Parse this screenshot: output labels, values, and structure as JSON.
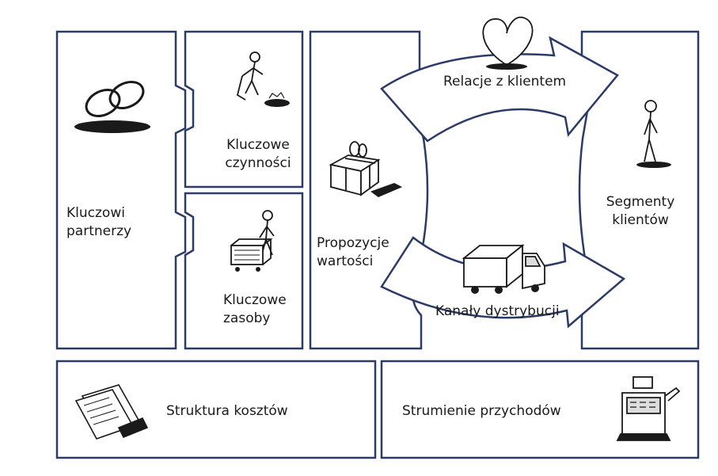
{
  "colors": {
    "border": "#2b3a67",
    "ink": "#1a1a1a",
    "background": "#ffffff"
  },
  "blocks": {
    "key_partners": {
      "line1": "Kluczowi",
      "line2": "partnerzy",
      "icon": "linked-rings-icon"
    },
    "key_activities": {
      "line1": "Kluczowe",
      "line2": "czynności",
      "icon": "worker-digging-icon"
    },
    "key_resources": {
      "line1": "Kluczowe",
      "line2": "zasoby",
      "icon": "person-with-cargo-icon"
    },
    "value_propositions": {
      "line1": "Propozycje",
      "line2": "wartości",
      "icon": "gift-box-icon"
    },
    "customer_relationships": {
      "label": "Relacje z klientem",
      "icon": "heart-icon"
    },
    "channels": {
      "label": "Kanały dystrybucji",
      "icon": "delivery-truck-icon"
    },
    "customer_segments": {
      "line1": "Segmenty",
      "line2": "klientów",
      "icon": "standing-person-icon"
    },
    "cost_structure": {
      "label": "Struktura kosztów",
      "icon": "invoice-papers-icon"
    },
    "revenue_streams": {
      "label": "Strumienie przychodów",
      "icon": "cash-register-icon"
    }
  }
}
